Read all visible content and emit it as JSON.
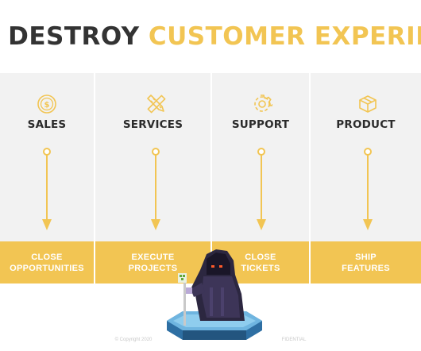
{
  "headline": {
    "dark_text": "S DESTROY",
    "accent_text": "CUSTOMER EXPERIE"
  },
  "colors": {
    "accent": "#f2c553",
    "panel": "#f2f2f2",
    "heading": "#333333"
  },
  "columns": [
    {
      "icon": "dollar-coin-icon",
      "title": "SALES",
      "action": "CLOSE\nOPPORTUNITIES"
    },
    {
      "icon": "pencil-ruler-icon",
      "title": "SERVICES",
      "action": "EXECUTE\nPROJECTS"
    },
    {
      "icon": "gear-icon",
      "title": "SUPPORT",
      "action": "CLOSE\nTICKETS"
    },
    {
      "icon": "box-icon",
      "title": "PRODUCT",
      "action": "SHIP\nFEATURES"
    }
  ],
  "footer": {
    "left": "© Copyright 2020",
    "right": "FIDENTIAL"
  },
  "overlay": {
    "icon": "hooded-reaper-sprite-icon"
  }
}
